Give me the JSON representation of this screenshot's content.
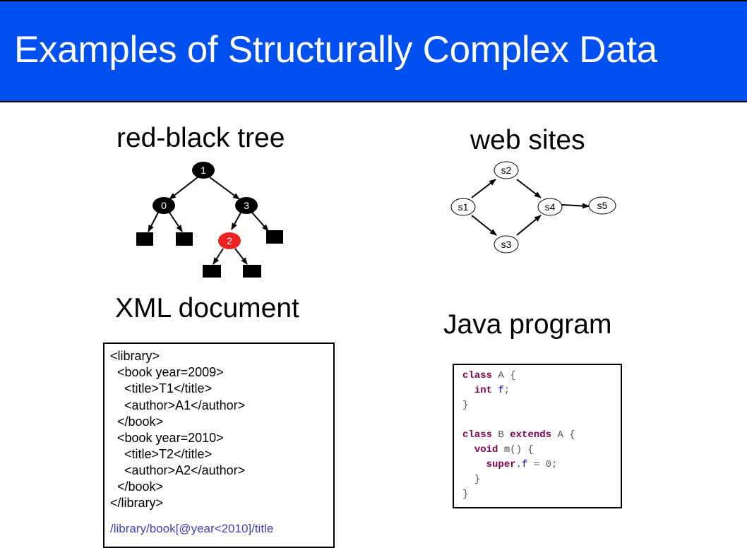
{
  "slide": {
    "title": "Examples of Structurally Complex Data",
    "colors": {
      "header_bg": "#0050f0",
      "red_node": "#ee2222",
      "black_node": "#000000",
      "keyword": "#7f0055",
      "field": "#0000c0",
      "xpath": "#4040c0"
    }
  },
  "rbtree": {
    "title": "red-black tree",
    "nodes": [
      {
        "id": "n1",
        "label": "1",
        "color": "black"
      },
      {
        "id": "n0",
        "label": "0",
        "color": "black"
      },
      {
        "id": "n3",
        "label": "3",
        "color": "black"
      },
      {
        "id": "n2",
        "label": "2",
        "color": "red"
      }
    ],
    "nil_leaves": 5
  },
  "websites": {
    "title": "web sites",
    "nodes": [
      "s1",
      "s2",
      "s3",
      "s4",
      "s5"
    ],
    "edges": [
      [
        "s1",
        "s2"
      ],
      [
        "s1",
        "s3"
      ],
      [
        "s2",
        "s4"
      ],
      [
        "s3",
        "s4"
      ],
      [
        "s4",
        "s5"
      ]
    ]
  },
  "xml": {
    "title": "XML document",
    "lines": [
      "<library>",
      "  <book year=2009>",
      "    <title>T1</title>",
      "    <author>A1</author>",
      "  </book>",
      "  <book year=2010>",
      "    <title>T2</title>",
      "    <author>A2</author>",
      "  </book>",
      "</library>"
    ],
    "xpath": "/library/book[@year<2010]/title"
  },
  "java": {
    "title": "Java program",
    "lines": [
      [
        {
          "t": "class",
          "c": "kw"
        },
        {
          "t": " A {",
          "c": ""
        }
      ],
      [
        {
          "t": "  ",
          "c": ""
        },
        {
          "t": "int",
          "c": "kw"
        },
        {
          "t": " ",
          "c": ""
        },
        {
          "t": "f",
          "c": "fld"
        },
        {
          "t": ";",
          "c": ""
        }
      ],
      [
        {
          "t": "}",
          "c": ""
        }
      ],
      [],
      [
        {
          "t": "class",
          "c": "kw"
        },
        {
          "t": " B ",
          "c": ""
        },
        {
          "t": "extends",
          "c": "kw"
        },
        {
          "t": " A {",
          "c": ""
        }
      ],
      [
        {
          "t": "  ",
          "c": ""
        },
        {
          "t": "void",
          "c": "kw"
        },
        {
          "t": " m() {",
          "c": ""
        }
      ],
      [
        {
          "t": "    ",
          "c": ""
        },
        {
          "t": "super",
          "c": "kw"
        },
        {
          "t": ".",
          "c": ""
        },
        {
          "t": "f",
          "c": "fld"
        },
        {
          "t": " = 0;",
          "c": ""
        }
      ],
      [
        {
          "t": "  }",
          "c": ""
        }
      ],
      [
        {
          "t": "}",
          "c": ""
        }
      ]
    ]
  }
}
